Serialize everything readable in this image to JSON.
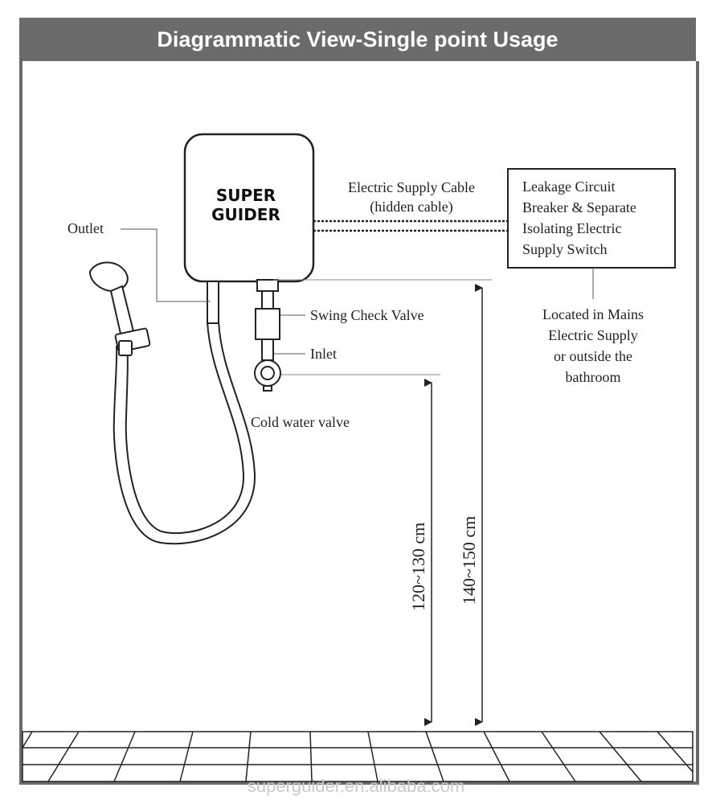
{
  "header": {
    "title": "Diagrammatic View-Single point Usage"
  },
  "heater": {
    "brand_line1": "SUPER",
    "brand_line2": "GUIDER"
  },
  "labels": {
    "outlet": "Outlet",
    "cable_line1": "Electric Supply Cable",
    "cable_line2": "(hidden cable)",
    "breaker_line1": "Leakage Circuit",
    "breaker_line2": "Breaker & Separate",
    "breaker_line3": "Isolating Electric",
    "breaker_line4": "Supply Switch",
    "located_line1": "Located in Mains",
    "located_line2": "Electric Supply",
    "located_line3": "or outside the",
    "located_line4": "bathroom",
    "swing_check_valve": "Swing Check Valve",
    "inlet": "Inlet",
    "cold_water_valve": "Cold water valve"
  },
  "dimensions": {
    "inlet_height": "120~130 cm",
    "heater_height": "140~150 cm"
  },
  "watermark": "superguider.en.alibaba.com"
}
